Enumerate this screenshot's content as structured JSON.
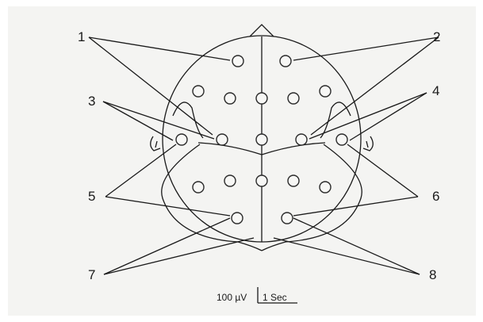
{
  "labels": {
    "l1": "1",
    "l2": "2",
    "l3": "3",
    "l4": "4",
    "l5": "5",
    "l6": "6",
    "l7": "7",
    "l8": "8"
  },
  "scale": {
    "amplitude": "100 µV",
    "time": "1 Sec"
  },
  "colors": {
    "ink": "#1a1a1a",
    "paper": "#f4f4f2"
  }
}
